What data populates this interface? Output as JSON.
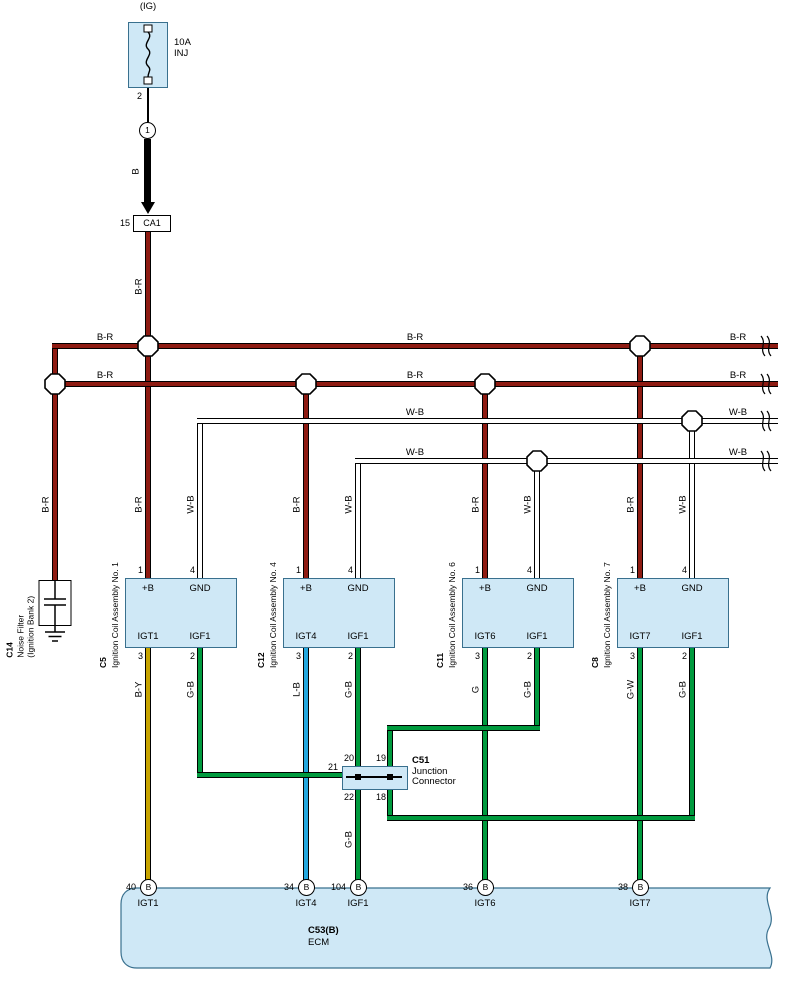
{
  "top": {
    "ig_label": "(IG)",
    "fuse_rating": "10A",
    "fuse_name": "INJ",
    "fuse_pin": "2",
    "inline_connector": "1",
    "ca1_pin": "15",
    "ca1_label": "CA1"
  },
  "wire_labels": {
    "b": "B",
    "br_feed": "B-R",
    "bus_br1": [
      "B-R",
      "B-R",
      "B-R"
    ],
    "bus_br2": [
      "B-R",
      "B-R",
      "B-R"
    ],
    "bus_wb1": [
      "W-B",
      "W-B"
    ],
    "bus_wb2": [
      "W-B",
      "W-B"
    ],
    "drops": [
      "B-R",
      "B-R",
      "W-B",
      "B-R",
      "W-B",
      "B-R",
      "W-B",
      "B-R",
      "W-B"
    ],
    "outputs": [
      "B-Y",
      "G-B",
      "L-B",
      "G-B",
      "G",
      "G-B",
      "G-W",
      "G-B"
    ],
    "junction_out": "G-B"
  },
  "noise_filter": {
    "id": "C14",
    "name": "Noise Filter",
    "sub": "(Ignition Bank 2)"
  },
  "coils": [
    {
      "id": "C5",
      "name": "Ignition Coil Assembly No. 1",
      "pin_b": "1",
      "pin_gnd": "4",
      "b": "+B",
      "gnd": "GND",
      "igt": "IGT1",
      "igf": "IGF1",
      "pin_igt": "3",
      "pin_igf": "2"
    },
    {
      "id": "C12",
      "name": "Ignition Coil Assembly No. 4",
      "pin_b": "1",
      "pin_gnd": "4",
      "b": "+B",
      "gnd": "GND",
      "igt": "IGT4",
      "igf": "IGF1",
      "pin_igt": "3",
      "pin_igf": "2"
    },
    {
      "id": "C11",
      "name": "Ignition Coil Assembly No. 6",
      "pin_b": "1",
      "pin_gnd": "4",
      "b": "+B",
      "gnd": "GND",
      "igt": "IGT6",
      "igf": "IGF1",
      "pin_igt": "3",
      "pin_igf": "2"
    },
    {
      "id": "C8",
      "name": "Ignition Coil Assembly No. 7",
      "pin_b": "1",
      "pin_gnd": "4",
      "b": "+B",
      "gnd": "GND",
      "igt": "IGT7",
      "igf": "IGF1",
      "pin_igt": "3",
      "pin_igf": "2"
    }
  ],
  "junction": {
    "id": "C51",
    "name_line1": "Junction",
    "name_line2": "Connector",
    "pin_20": "20",
    "pin_19": "19",
    "pin_21": "21",
    "pin_22": "22",
    "pin_18": "18"
  },
  "ecm": {
    "id": "C53(B)",
    "name": "ECM",
    "pins": [
      {
        "num": "40",
        "shield": "B",
        "label": "IGT1"
      },
      {
        "num": "34",
        "shield": "B",
        "label": "IGT4"
      },
      {
        "num": "104",
        "shield": "B",
        "label": "IGF1"
      },
      {
        "num": "36",
        "shield": "B",
        "label": "IGT6"
      },
      {
        "num": "38",
        "shield": "B",
        "label": "IGT7"
      }
    ]
  },
  "colors": {
    "b_r": "#8e1b12",
    "w_b": "#ffffff",
    "b_y": "#c7a400",
    "l_b": "#23a8e0",
    "g": "#009a3e",
    "g_b": "#009a3e",
    "g_w": "#009a3e",
    "black": "#000000",
    "component_fill": "#cfe8f6",
    "component_border": "#39708e"
  }
}
